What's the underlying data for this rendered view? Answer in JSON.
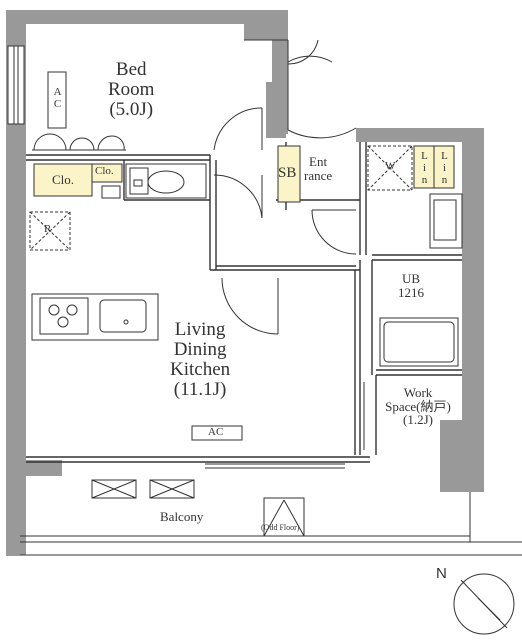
{
  "rooms": {
    "bedroom": {
      "name_1": "Bed",
      "name_2": "Room",
      "size": "(5.0J)"
    },
    "ldk": {
      "name_1": "Living",
      "name_2": "Dining",
      "name_3": "Kitchen",
      "size": "(11.1J)"
    },
    "entrance": {
      "name_1": "Ent",
      "name_2": "rance"
    },
    "unit_bath": {
      "name": "UB",
      "size": "1216"
    },
    "work_space": {
      "name_1": "Work",
      "name_2": "Space(納戸)",
      "size": "(1.2J)"
    },
    "balcony": {
      "name": "Balcony",
      "note": "(Odd Floor)"
    }
  },
  "fixtures": {
    "bedroom_ac": "AC",
    "ldk_ac": "AC",
    "closet_main": "Clo.",
    "closet_small": "Clo.",
    "shoe_box": "SB",
    "fridge": "R",
    "washer": "W",
    "linen_1": "Lin",
    "linen_2": "Lin"
  },
  "compass": {
    "label": "N"
  },
  "colors": {
    "wall": "#999999",
    "storage": "#fbf4c8",
    "line": "#333333"
  }
}
